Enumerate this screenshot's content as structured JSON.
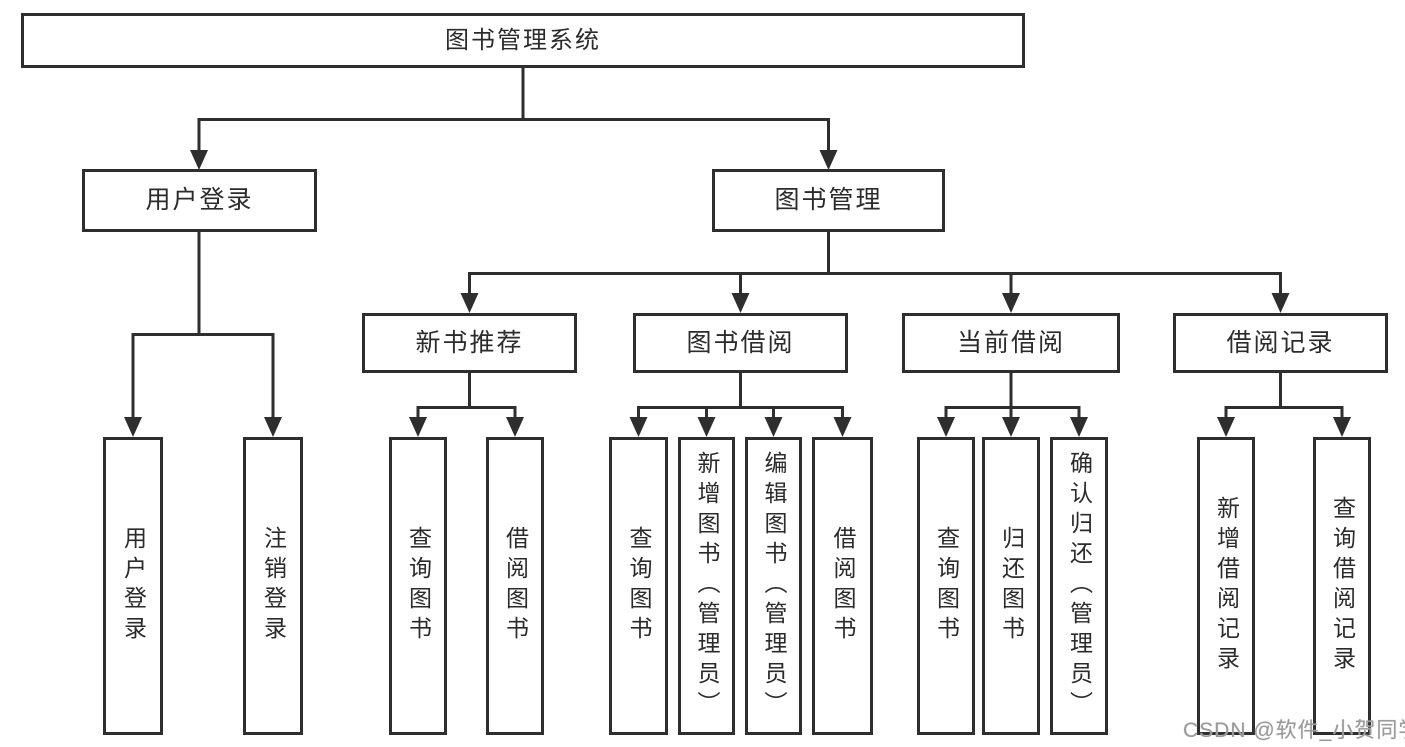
{
  "tree": {
    "root": "图书管理系统",
    "branches": {
      "user_login": {
        "label": "用户登录",
        "children": [
          "用户登录",
          "注销登录"
        ]
      },
      "book_management": {
        "label": "图书管理",
        "groups": {
          "new_books": {
            "label": "新书推荐",
            "children": [
              "查询图书",
              "借阅图书"
            ]
          },
          "borrowing": {
            "label": "图书借阅",
            "children": [
              "查询图书",
              "新增图书（管理员）",
              "编辑图书（管理员）",
              "借阅图书"
            ]
          },
          "current_borrow": {
            "label": "当前借阅",
            "children": [
              "查询图书",
              "归还图书",
              "确认归还（管理员）"
            ]
          },
          "borrow_records": {
            "label": "借阅记录",
            "children": [
              "新增借阅记录",
              "查询借阅记录"
            ]
          }
        }
      }
    }
  },
  "watermark": "CSDN @软件_小贺同学",
  "colors": {
    "line": "#2e2e2e",
    "background": "#ffffff",
    "watermark": "#9a9a9a"
  }
}
